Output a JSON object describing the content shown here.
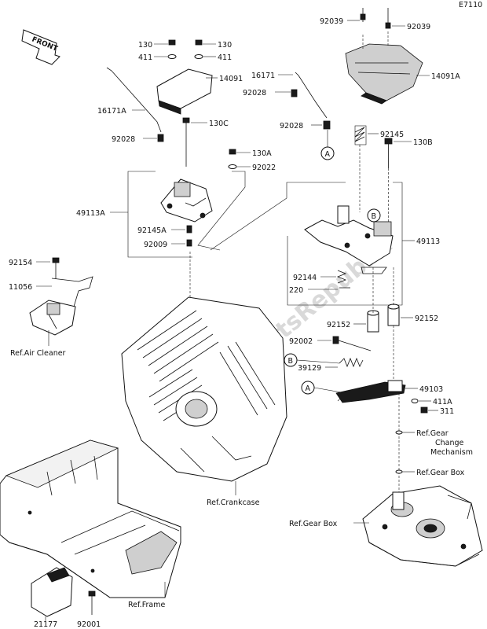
{
  "diagram_code": "E7110",
  "front_label": "FRONT",
  "watermark": "PartsRepublik",
  "callouts": {
    "c92039a": "92039",
    "c92039b": "92039",
    "c130a": "130",
    "c130b": "130",
    "c411a": "411",
    "c411b": "411",
    "c14091": "14091",
    "c14091A": "14091A",
    "c16171": "16171",
    "c16171A": "16171A",
    "c92028a": "92028",
    "c92028b": "92028",
    "c92028c": "92028",
    "c130C": "130C",
    "c92145": "92145",
    "c130B": "130B",
    "c130A": "130A",
    "c92022": "92022",
    "c49113A": "49113A",
    "c92145A": "92145A",
    "c92009": "92009",
    "c49113": "49113",
    "c92154": "92154",
    "c11056": "11056",
    "c92144": "92144",
    "c220": "220",
    "c92152a": "92152",
    "c92152b": "92152",
    "c92002": "92002",
    "c39129": "39129",
    "c49103": "49103",
    "c411A": "411A",
    "c311": "311",
    "c21177": "21177",
    "c92001": "92001"
  },
  "markers": {
    "A": "A",
    "B": "B"
  },
  "references": {
    "air_cleaner": "Ref.Air Cleaner",
    "crankcase": "Ref.Crankcase",
    "frame": "Ref.Frame",
    "gear_change_1": "Ref.Gear",
    "gear_change_2": "Change",
    "gear_change_3": "Mechanism",
    "gear_box_a": "Ref.Gear Box",
    "gear_box_b": "Ref.Gear Box"
  }
}
